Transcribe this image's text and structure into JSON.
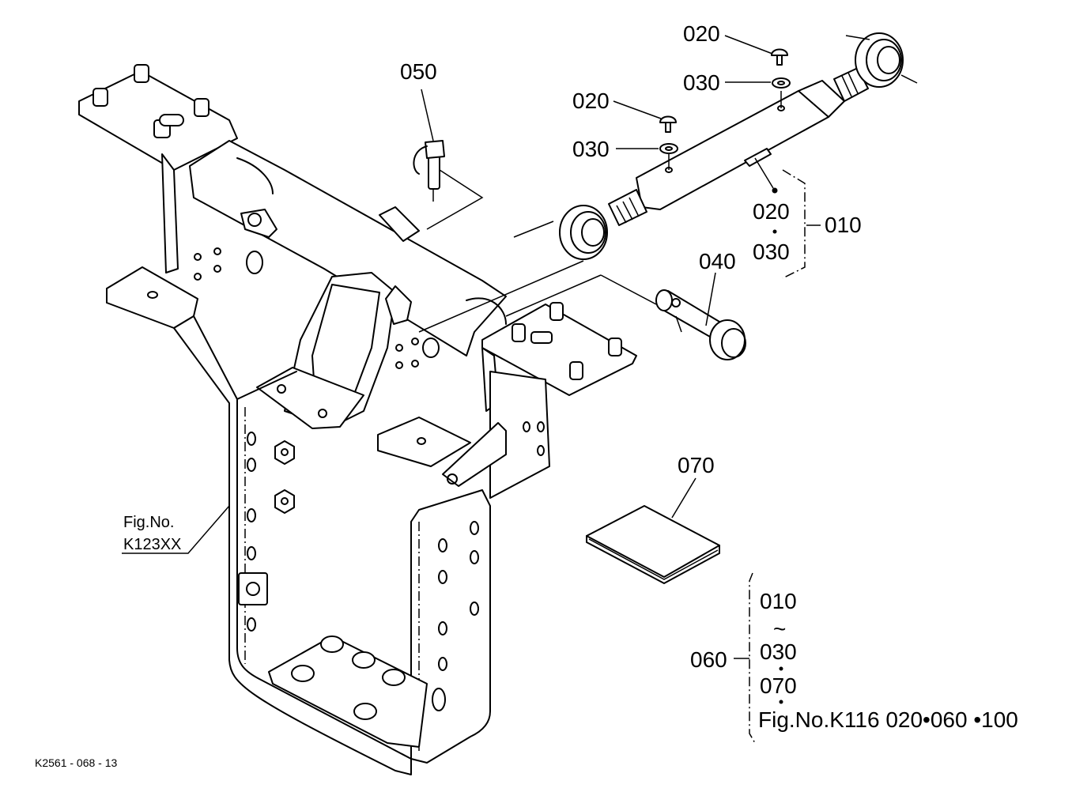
{
  "callouts": {
    "p050": "050",
    "p020_top": "020",
    "p030_top": "030",
    "p020_mid": "020",
    "p030_mid": "030",
    "kit_020": "020",
    "kit_030": "030",
    "p010": "010",
    "p040": "040",
    "p070": "070"
  },
  "fig_ref": {
    "line1": "Fig.No.",
    "line2": "K123XX"
  },
  "assembly": {
    "label": "060",
    "item1": "010",
    "tilde": "~",
    "item2": "030",
    "item3": "070",
    "ref": "Fig.No.K116  020•060 •100"
  },
  "drawing_id": "K2561 - 068 - 13"
}
